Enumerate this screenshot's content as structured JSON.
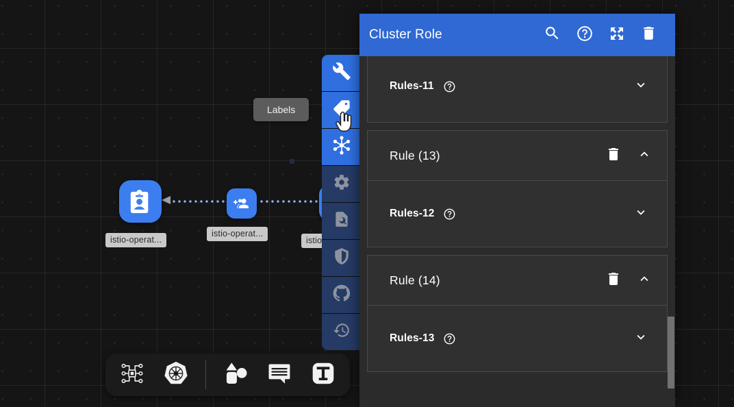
{
  "canvas": {
    "tooltip": {
      "label": "Labels"
    },
    "nodes": [
      {
        "id": "identity",
        "icon": "identity-badge-icon",
        "label": "istio-operat...",
        "color": "#3c7ef0"
      },
      {
        "id": "group",
        "icon": "add-group-icon",
        "label": "istio-operat...",
        "color": "#3c7ef0"
      },
      {
        "id": "right",
        "icon": "node-icon",
        "label": "istio",
        "color": "#3c7ef0"
      }
    ]
  },
  "side_toolbar": {
    "items": [
      {
        "icon": "wrench-icon",
        "name": "tools",
        "state": "active"
      },
      {
        "icon": "label-tag-icon",
        "name": "labels",
        "state": "active"
      },
      {
        "icon": "network-nodes-icon",
        "name": "topology",
        "state": "active"
      },
      {
        "icon": "gear-icon",
        "name": "settings",
        "state": "idle"
      },
      {
        "icon": "document-search-icon",
        "name": "inspect",
        "state": "idle"
      },
      {
        "icon": "shield-icon",
        "name": "security",
        "state": "idle"
      },
      {
        "icon": "github-icon",
        "name": "github",
        "state": "idle"
      },
      {
        "icon": "history-clock-icon",
        "name": "history",
        "state": "idle"
      }
    ]
  },
  "bottom_toolbar": {
    "items": [
      {
        "icon": "circuit-chip-icon",
        "name": "infrastructure"
      },
      {
        "icon": "kubernetes-icon",
        "name": "kubernetes"
      },
      {
        "icon": "shapes-icon",
        "name": "shapes"
      },
      {
        "icon": "comment-icon",
        "name": "comment"
      },
      {
        "icon": "text-tool-icon",
        "name": "text"
      }
    ]
  },
  "panel": {
    "title": "Cluster Role",
    "accent_color": "#3069d3",
    "header_actions": [
      {
        "icon": "search-icon",
        "name": "search"
      },
      {
        "icon": "help-icon",
        "name": "help"
      },
      {
        "icon": "expand-icon",
        "name": "expand"
      },
      {
        "icon": "trash-icon",
        "name": "delete"
      }
    ],
    "cards": [
      {
        "type": "rules",
        "label": "Rules-11",
        "help": "?",
        "chevron": "chevron-down-icon"
      },
      {
        "type": "rule",
        "title": "Rule (13)",
        "actions": [
          "trash-icon",
          "chevron-up-icon"
        ],
        "child": {
          "label": "Rules-12",
          "help": "?",
          "chevron": "chevron-down-icon"
        }
      },
      {
        "type": "rule",
        "title": "Rule (14)",
        "actions": [
          "trash-icon",
          "chevron-up-icon"
        ],
        "child": {
          "label": "Rules-13",
          "help": "?",
          "chevron": "chevron-down-icon"
        }
      }
    ]
  }
}
